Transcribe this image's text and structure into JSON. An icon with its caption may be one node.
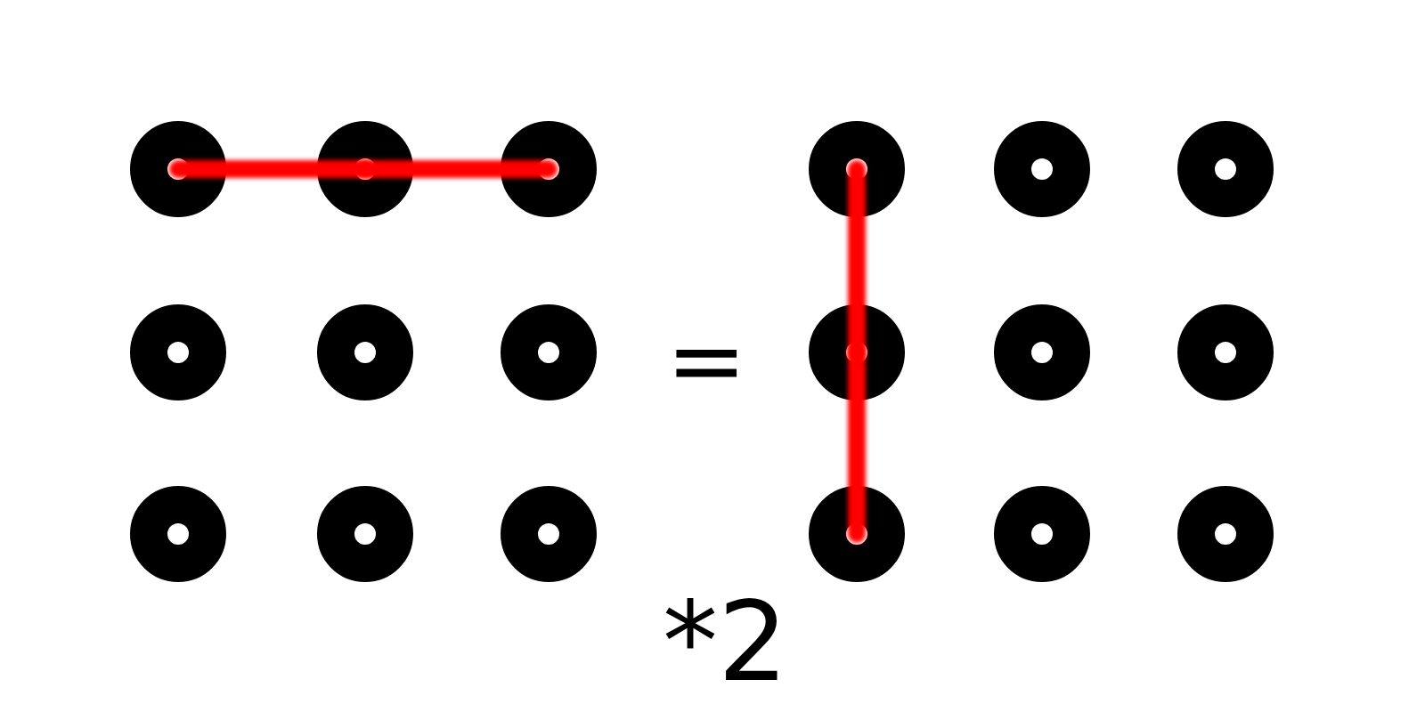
{
  "diagram": {
    "nodes": [
      {
        "text": [],
        "shape": "circle"
      },
      {
        "text": [],
        "shape": "circle"
      },
      {
        "text": [],
        "shape": "circle"
      },
      {
        "text": [],
        "shape": "circle"
      },
      {
        "text": [],
        "shape": "circle"
      },
      {
        "text": [],
        "shape": "circle"
      },
      {
        "text": [],
        "shape": "circle"
      },
      {
        "text": [],
        "shape": "circle"
      },
      {
        "text": [],
        "shape": "circle"
      },
      {
        "text": [],
        "shape": "circle"
      },
      {
        "text": [],
        "shape": "circle"
      },
      {
        "text": [],
        "shape": "circle"
      },
      {
        "text": [],
        "shape": "circle"
      },
      {
        "text": [],
        "shape": "circle"
      },
      {
        "text": [],
        "shape": "circle"
      },
      {
        "text": [],
        "shape": "circle"
      },
      {
        "text": [],
        "shape": "circle"
      },
      {
        "text": [],
        "shape": "circle"
      }
    ],
    "edges": [
      {
        "from": 0,
        "to": 1,
        "arrow": "none"
      },
      {
        "from": 1,
        "to": 2,
        "arrow": "none"
      },
      {
        "from": 9,
        "to": 12,
        "arrow": "none"
      },
      {
        "from": 12,
        "to": 15,
        "arrow": "none"
      }
    ],
    "labels": [
      "=",
      "*2"
    ]
  }
}
